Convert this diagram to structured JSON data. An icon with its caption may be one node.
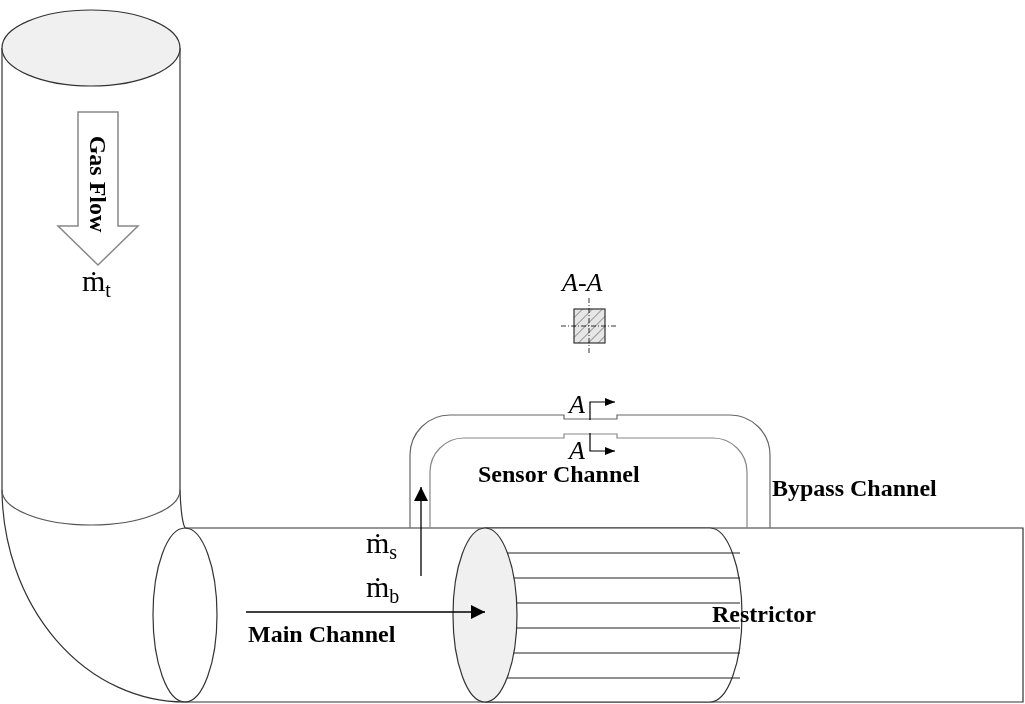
{
  "diagram": {
    "nodes": [
      {
        "text": [
          "Gas Flow"
        ]
      }
    ],
    "labels": [
      "ṁ$_{t}$",
      "A-A",
      "A",
      "A",
      "Sensor Channel",
      "Bypass Channel",
      "ṁ$_{s}$",
      "ṁ$_{b}$",
      "Main Channel",
      "Restrictor"
    ]
  }
}
